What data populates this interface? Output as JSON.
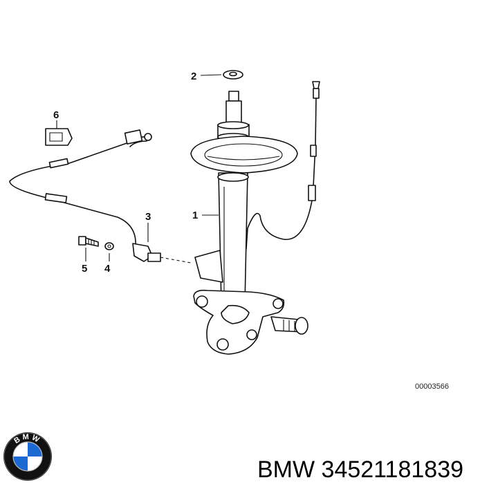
{
  "diagram": {
    "callouts": [
      "1",
      "2",
      "3",
      "4",
      "5",
      "6"
    ],
    "drawing_code": "00003566"
  },
  "brand": {
    "logo_letters": "BMW",
    "logo_colors": {
      "ring": "#111111",
      "blue": "#1c69d4",
      "white": "#ffffff"
    },
    "part_title": "BMW 34521181839"
  }
}
